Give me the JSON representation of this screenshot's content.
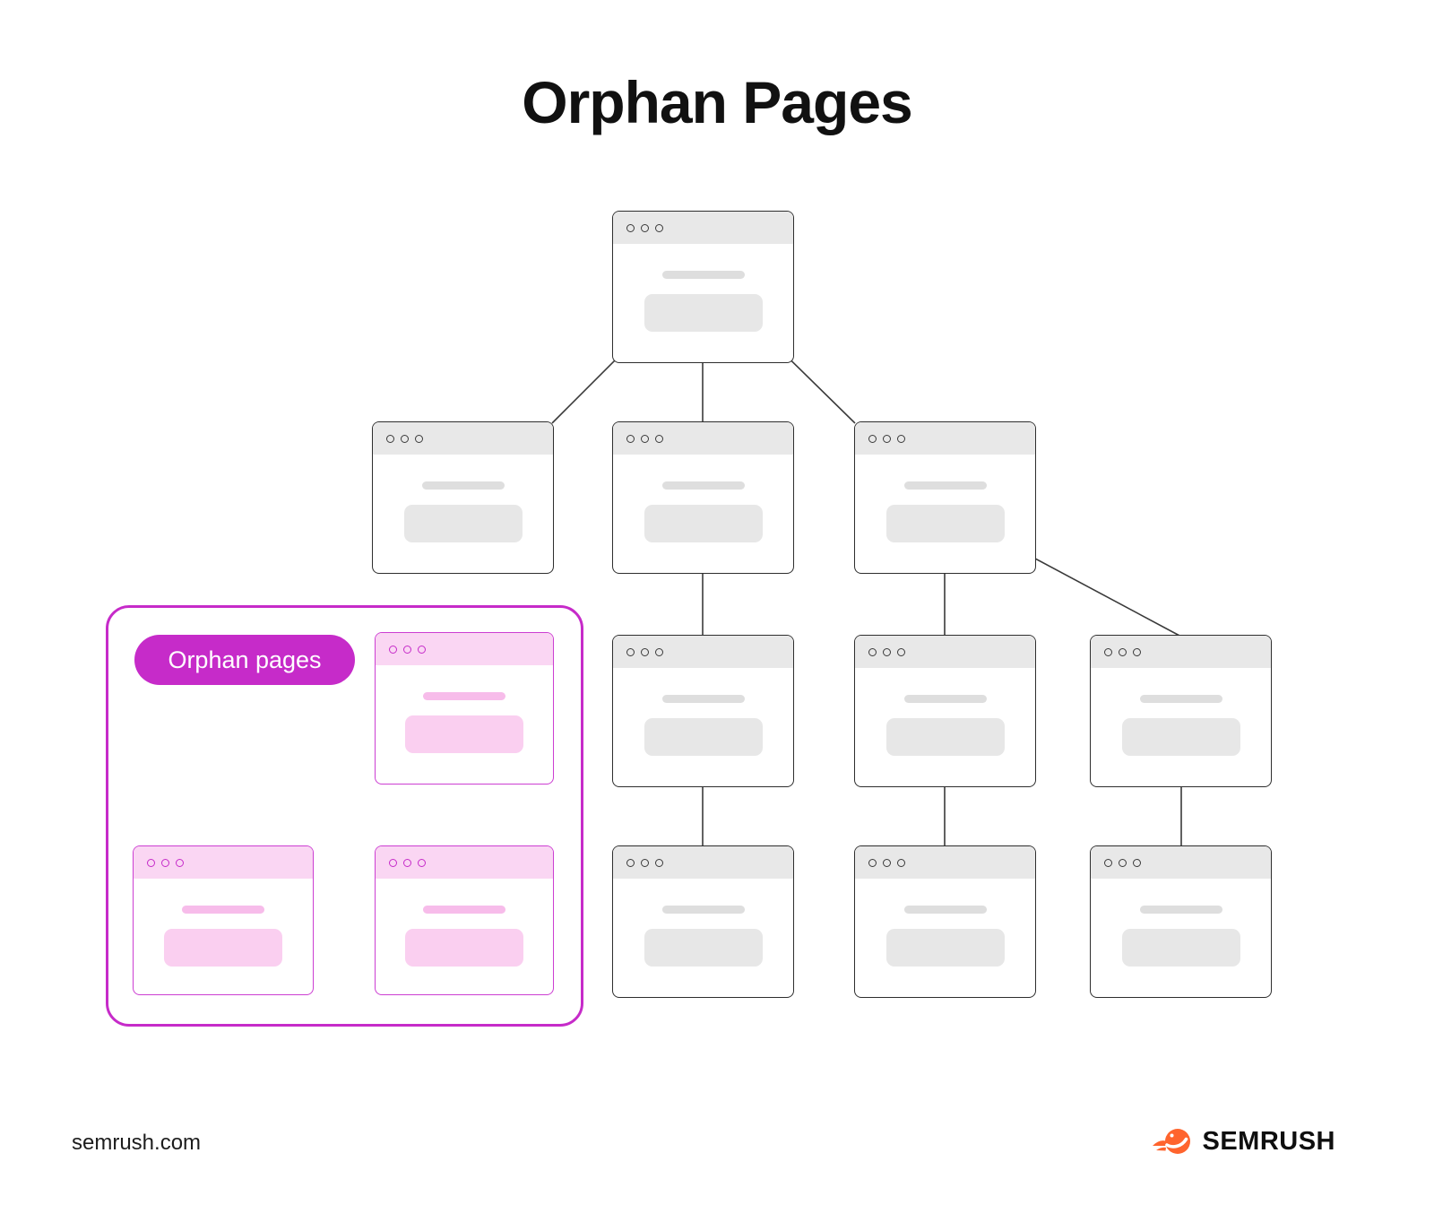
{
  "title": "Orphan Pages",
  "orphan_section": {
    "label": "Orphan pages"
  },
  "footer": {
    "site": "semrush.com",
    "brand": "SEMRUSH"
  },
  "diagram": {
    "type": "site-structure-tree",
    "linked_page_count": 10,
    "orphan_page_count": 3,
    "rows": [
      1,
      3,
      3,
      3
    ],
    "note": "Root page links to three pages; branches continue downward; three orphan pages sit in a separate highlighted group with no connecting lines."
  },
  "colors": {
    "ink": "#111111",
    "magenta": "#C62BC9",
    "pink_border": "#CC3ED2",
    "pink_header": "#FAD6F3",
    "pink_line": "#F7BCEA",
    "pink_block": "#FACFF0",
    "gray_border": "#2E2E2E",
    "gray_header": "#E8E8E8",
    "gray_line": "#DEDEDE",
    "gray_block": "#E7E7E7",
    "connector": "#3A3A3A"
  }
}
